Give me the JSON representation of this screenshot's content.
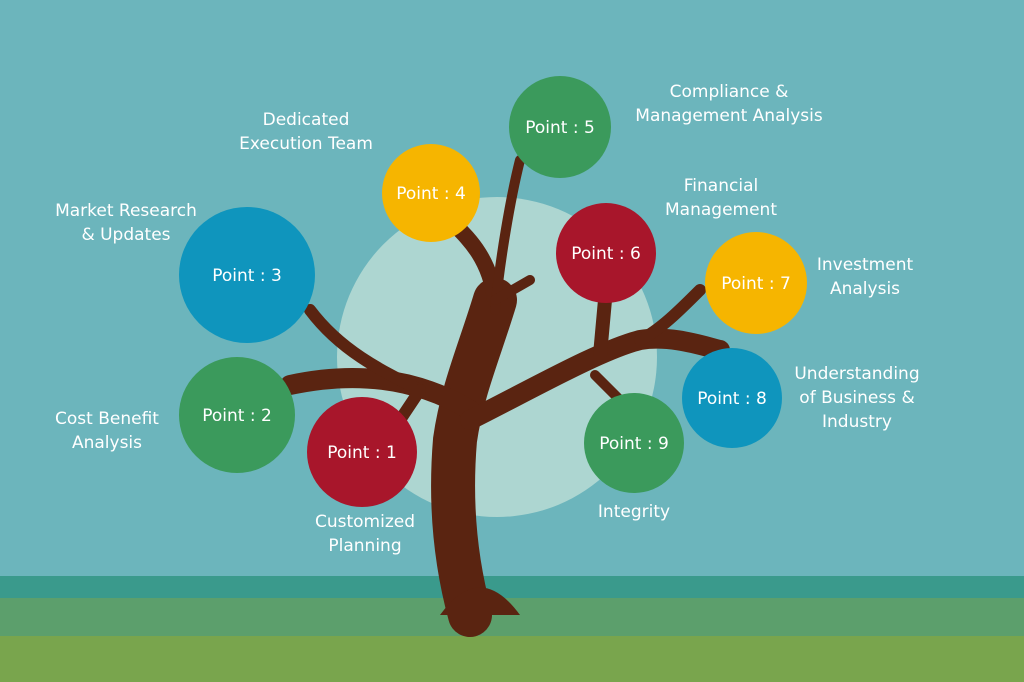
{
  "colors": {
    "background": "#6cb5bc",
    "red": "#a8162b",
    "green": "#3b9a5c",
    "blue": "#0f95bd",
    "yellow": "#f6b500",
    "trunk": "#5a2411",
    "glow": "#b9dcd5"
  },
  "points": [
    {
      "label": "Point : 1",
      "caption": "Customized\nPlanning",
      "color": "red"
    },
    {
      "label": "Point : 2",
      "caption": "Cost Benefit\nAnalysis",
      "color": "green"
    },
    {
      "label": "Point : 3",
      "caption": "Market Research\n& Updates",
      "color": "blue"
    },
    {
      "label": "Point : 4",
      "caption": "Dedicated\nExecution Team",
      "color": "yellow"
    },
    {
      "label": "Point : 5",
      "caption": "Compliance &\nManagement Analysis",
      "color": "green"
    },
    {
      "label": "Point : 6",
      "caption": "Financial\nManagement",
      "color": "red"
    },
    {
      "label": "Point : 7",
      "caption": "Investment\nAnalysis",
      "color": "yellow"
    },
    {
      "label": "Point : 8",
      "caption": "Understanding\nof Business &\nIndustry",
      "color": "blue"
    },
    {
      "label": "Point : 9",
      "caption": "Integrity",
      "color": "green"
    }
  ]
}
